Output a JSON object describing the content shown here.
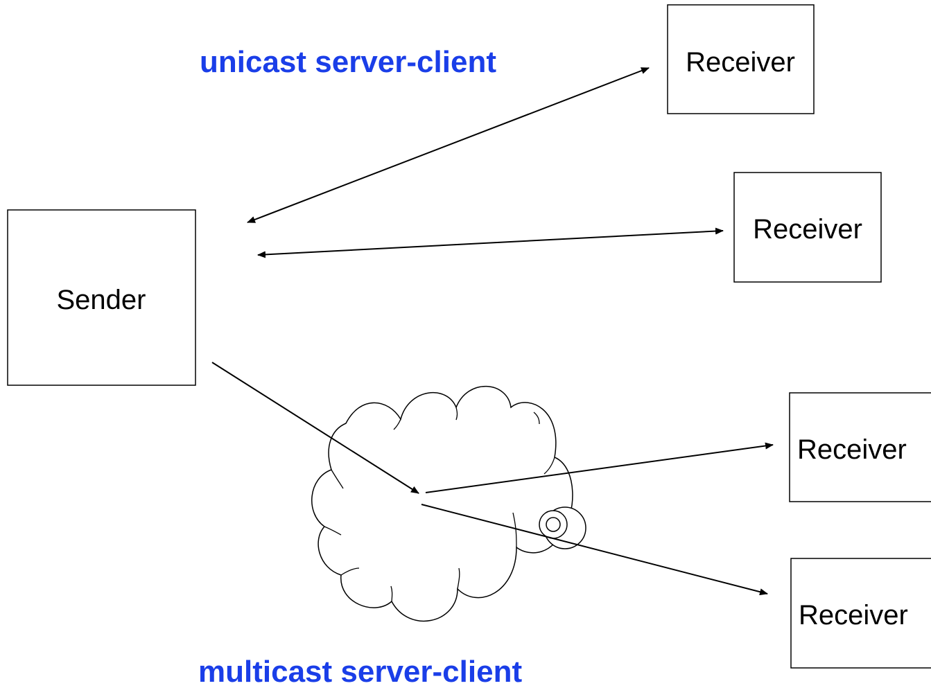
{
  "colors": {
    "heading": "#1a3ee8",
    "stroke": "#000000",
    "background": "#ffffff"
  },
  "headings": {
    "unicast": "unicast server-client",
    "multicast": "multicast server-client"
  },
  "nodes": {
    "sender": "Sender",
    "receiver_1": "Receiver",
    "receiver_2": "Receiver",
    "receiver_3": "Receiver",
    "receiver_4": "Receiver"
  },
  "edges": [
    {
      "from": "sender",
      "to": "receiver_1",
      "direction": "both",
      "mode": "unicast"
    },
    {
      "from": "sender",
      "to": "receiver_2",
      "direction": "both",
      "mode": "unicast"
    },
    {
      "from": "sender",
      "to": "network-cloud",
      "direction": "forward",
      "mode": "multicast"
    },
    {
      "from": "network-cloud",
      "to": "receiver_3",
      "direction": "forward",
      "mode": "multicast"
    },
    {
      "from": "network-cloud",
      "to": "receiver_4",
      "direction": "forward",
      "mode": "multicast"
    }
  ],
  "icons": [
    "network-cloud-icon"
  ]
}
